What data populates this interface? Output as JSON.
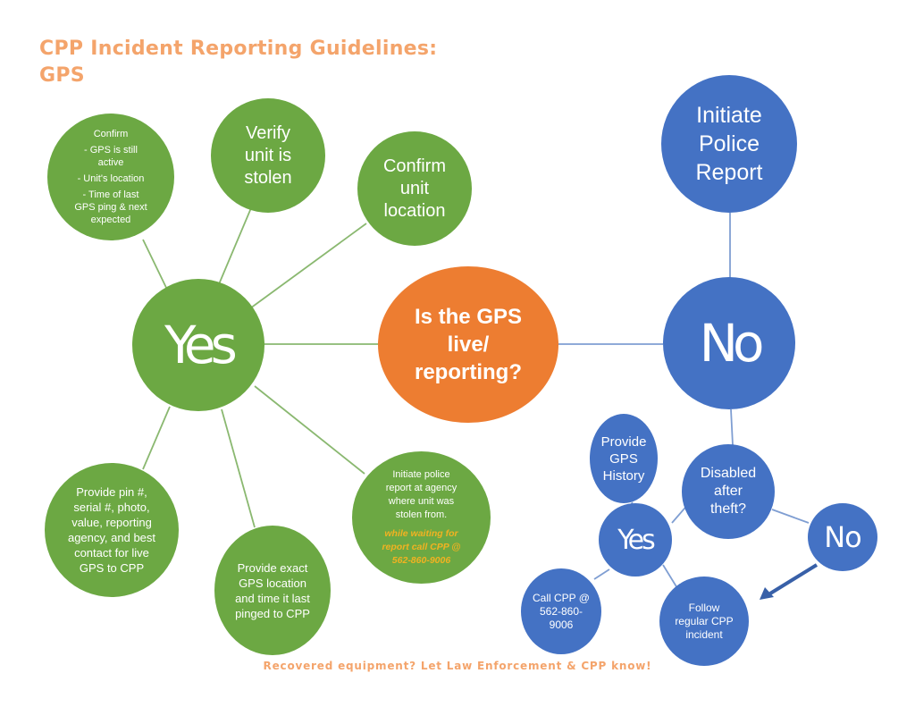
{
  "title": {
    "line1": "CPP Incident Reporting Guidelines:",
    "line2": "GPS"
  },
  "center": {
    "lines": [
      "Is the GPS",
      "live/",
      "reporting?"
    ]
  },
  "yes_branch": {
    "label": "Yes",
    "confirm": {
      "lines": [
        "Confirm",
        "- GPS is still",
        "active",
        "- Unit's location",
        "- Time of last",
        "GPS ping & next",
        "expected"
      ]
    },
    "verify": {
      "lines": [
        "Verify",
        "unit is",
        "stolen"
      ]
    },
    "confirm_location": {
      "lines": [
        "Confirm",
        "unit",
        "location"
      ]
    },
    "provide_pin": {
      "lines": [
        "Provide pin #,",
        "serial #, photo,",
        "value, reporting",
        "agency, and best",
        "contact for live",
        "GPS to CPP"
      ]
    },
    "provide_exact": {
      "lines": [
        "Provide exact",
        "GPS location",
        "and time it last",
        "pinged to CPP"
      ]
    },
    "police_report": {
      "lines": [
        "Initiate police",
        "report at agency",
        "where unit was",
        "stolen from."
      ],
      "note_lines": [
        "while waiting for",
        "report call CPP @",
        "562-860-9006"
      ]
    }
  },
  "no_branch": {
    "label": "No",
    "initiate_police": {
      "lines": [
        "Initiate",
        "Police",
        "Report"
      ]
    },
    "disabled": {
      "lines": [
        "Disabled",
        "after",
        "theft?"
      ]
    },
    "sub_yes": {
      "label": "Yes"
    },
    "sub_no": {
      "label": "No"
    },
    "gps_history": {
      "lines": [
        "Provide",
        "GPS",
        "History"
      ]
    },
    "call_cpp": {
      "lines": [
        "Call CPP @",
        "562-860-",
        "9006"
      ]
    },
    "follow_regular": {
      "lines": [
        "Follow",
        "regular CPP",
        "incident"
      ]
    }
  },
  "footer": "Recovered equipment? Let Law Enforcement & CPP know!",
  "colors": {
    "green": "#6ca843",
    "blue": "#4472c4",
    "orange": "#ed7d31",
    "title": "#f4a46b",
    "accent": "#f2b221"
  }
}
